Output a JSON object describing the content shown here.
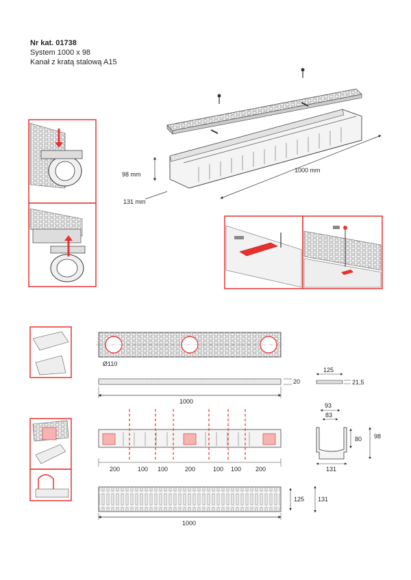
{
  "header": {
    "catalog": "Nr kat. 01738",
    "system": "System 1000 x 98",
    "name": "Kanał z kratą stalową A15"
  },
  "iso_dims": {
    "height": "98 mm",
    "width": "131 mm",
    "length": "1000 mm"
  },
  "top_view": {
    "hole": "Ø110"
  },
  "grate": {
    "height": "20",
    "length": "1000",
    "section_w": "125",
    "section_h": "21,5"
  },
  "side_view": {
    "spacing": [
      "200",
      "100",
      "100",
      "200",
      "100",
      "100",
      "200"
    ]
  },
  "cross_section": {
    "top": "93",
    "inner": "83",
    "inner_h": "80",
    "height": "98",
    "bottom": "131"
  },
  "bottom_view": {
    "inner": "125",
    "outer": "131",
    "length": "1000"
  },
  "colors": {
    "accent": "#e8312f",
    "line": "#333333"
  }
}
